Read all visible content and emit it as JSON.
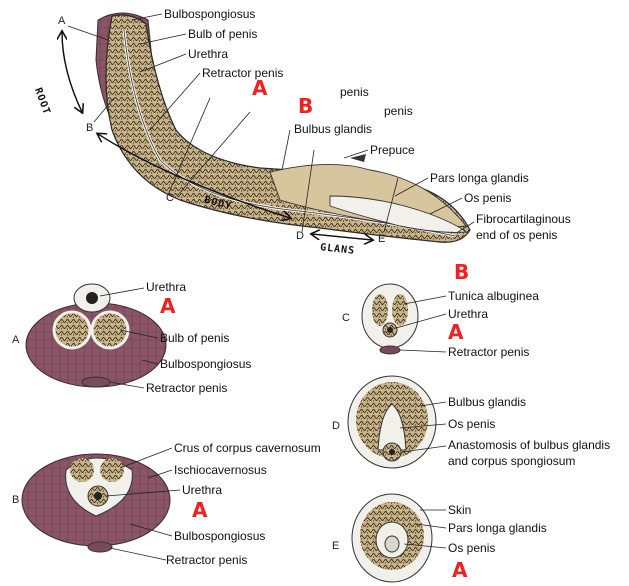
{
  "long_section": {
    "labels": {
      "bulbospongiosus": "Bulbospongiosus",
      "bulb_of_penis": "Bulb of penis",
      "urethra": "Urethra",
      "retractor_penis": "Retractor penis",
      "penis_1": "penis",
      "penis_2": "penis",
      "bulbus_glandis": "Bulbus glandis",
      "prepuce": "Prepuce",
      "pars_longa_glandis": "Pars longa glandis",
      "os_penis": "Os penis",
      "fibro_line1": "Fibrocartilaginous",
      "fibro_line2": "end of os penis"
    },
    "points": {
      "a": "A",
      "b": "B",
      "c": "C",
      "d": "D",
      "e": "E"
    },
    "handwritten": {
      "root": "ROOT",
      "body": "BODY",
      "glans": "GLANS"
    },
    "annotations": {
      "a": "A",
      "b": "B"
    }
  },
  "section_a": {
    "letter": "A",
    "labels": {
      "urethra": "Urethra",
      "bulb_of_penis": "Bulb of penis",
      "bulbospongiosus": "Bulbospongiosus",
      "retractor_penis": "Retractor penis"
    },
    "annotation": "A"
  },
  "section_b": {
    "letter": "B",
    "labels": {
      "crus": "Crus of corpus cavernosum",
      "ischio": "Ischiocavernosus",
      "urethra": "Urethra",
      "bulbospongiosus": "Bulbospongiosus",
      "retractor_penis": "Retractor penis"
    },
    "annotation": "A"
  },
  "section_c": {
    "letter": "C",
    "labels": {
      "tunica": "Tunica albuginea",
      "urethra": "Urethra",
      "retractor_penis": "Retractor penis"
    },
    "annotations": {
      "b": "B",
      "a": "A"
    }
  },
  "section_d": {
    "letter": "D",
    "labels": {
      "bulbus_glandis": "Bulbus glandis",
      "os_penis": "Os penis",
      "anast_line1": "Anastomosis of bulbus glandis",
      "anast_line2": "and corpus spongiosum"
    }
  },
  "section_e": {
    "letter": "E",
    "labels": {
      "skin": "Skin",
      "pars_longa": "Pars longa glandis",
      "os_penis": "Os penis"
    },
    "annotation": "A"
  },
  "colors": {
    "muscle": "#8a5566",
    "spongy": "#b39a6a",
    "white": "#f2f0ea",
    "annotation": "#ee2222"
  }
}
